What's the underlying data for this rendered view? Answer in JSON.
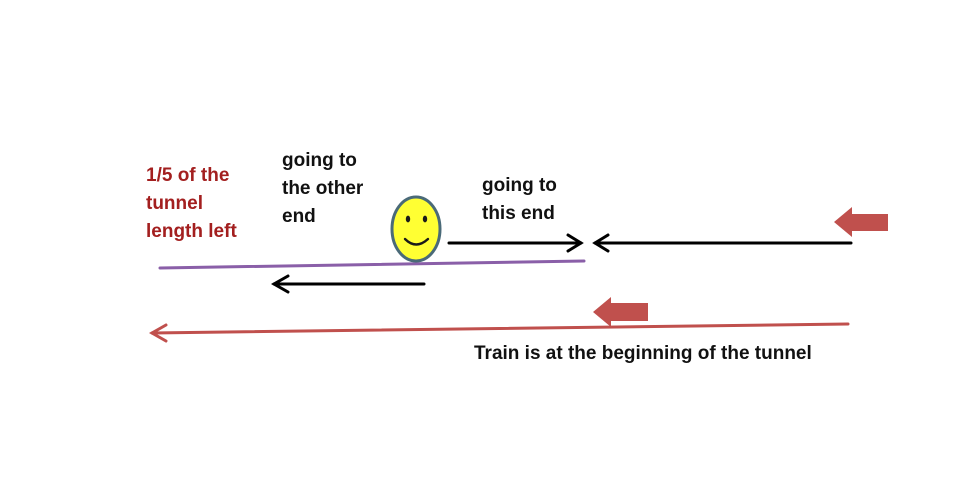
{
  "labels": {
    "tunnel_left": [
      "1/5 of the",
      "tunnel",
      "length left"
    ],
    "going_other": [
      "going to",
      "the other",
      "end"
    ],
    "going_this": [
      "going to",
      "this end"
    ],
    "train_status": "Train is at the beginning of the tunnel"
  },
  "colors": {
    "tunnel_left_text": "#a31f1f",
    "tunnel_line": "#8a5fa8",
    "track_line": "#c0504d",
    "train_arrow": "#c0504d",
    "smiley_fill": "#ffff33",
    "smiley_outline": "#4a6a78",
    "arrow_black": "#000000"
  },
  "icons": {
    "person": "smiley-face-icon",
    "train_marker": "block-arrow-left-icon"
  }
}
